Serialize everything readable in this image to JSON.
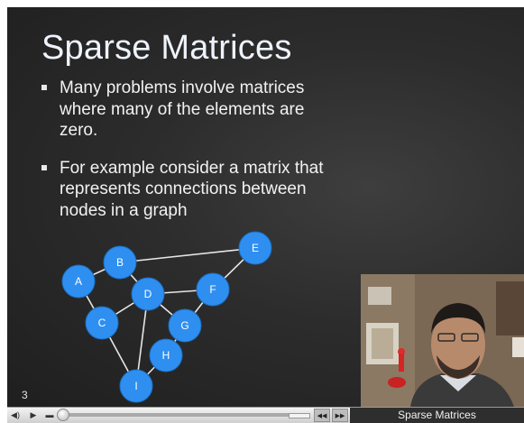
{
  "slide": {
    "title": "Sparse Matrices",
    "bullets": [
      "Many problems involve matrices where many of the elements are zero.",
      "For example consider a matrix that represents connections between nodes in a graph"
    ],
    "page_number": "3",
    "node_color": "#2e8ff0",
    "edge_color": "#e6e6e6",
    "graph": {
      "nodes": [
        "A",
        "B",
        "C",
        "D",
        "E",
        "F",
        "G",
        "H",
        "I"
      ],
      "edges": [
        [
          "A",
          "B"
        ],
        [
          "A",
          "C"
        ],
        [
          "B",
          "D"
        ],
        [
          "B",
          "E"
        ],
        [
          "C",
          "D"
        ],
        [
          "C",
          "I"
        ],
        [
          "D",
          "I"
        ],
        [
          "D",
          "G"
        ],
        [
          "D",
          "F"
        ],
        [
          "E",
          "F"
        ],
        [
          "F",
          "G"
        ],
        [
          "G",
          "H"
        ],
        [
          "H",
          "I"
        ]
      ]
    }
  },
  "webcam": {
    "description_icon": "presenter-video"
  },
  "player": {
    "caption": "Sparse Matrices",
    "icons": {
      "volume": "volume-icon",
      "play": "play-icon",
      "prev": "previous-slide-icon",
      "next": "next-slide-icon"
    }
  }
}
